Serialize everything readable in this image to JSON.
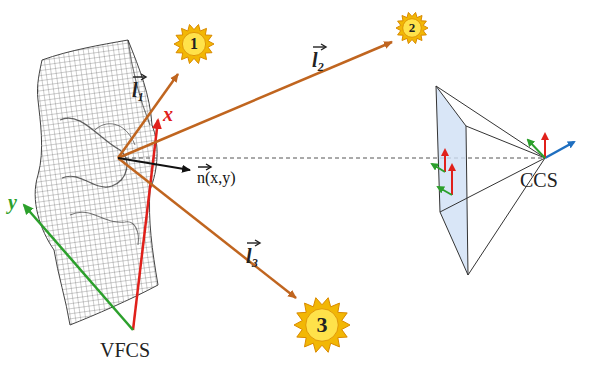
{
  "diagram": {
    "nodes": [
      {
        "text": [
          "1"
        ]
      },
      {
        "text": [
          "2"
        ]
      },
      {
        "text": [
          "3"
        ]
      }
    ],
    "labels": [
      "l₁",
      "l₂",
      "x",
      "n(x,y)",
      "l₃",
      "y",
      "VFCS",
      "CCS"
    ]
  }
}
